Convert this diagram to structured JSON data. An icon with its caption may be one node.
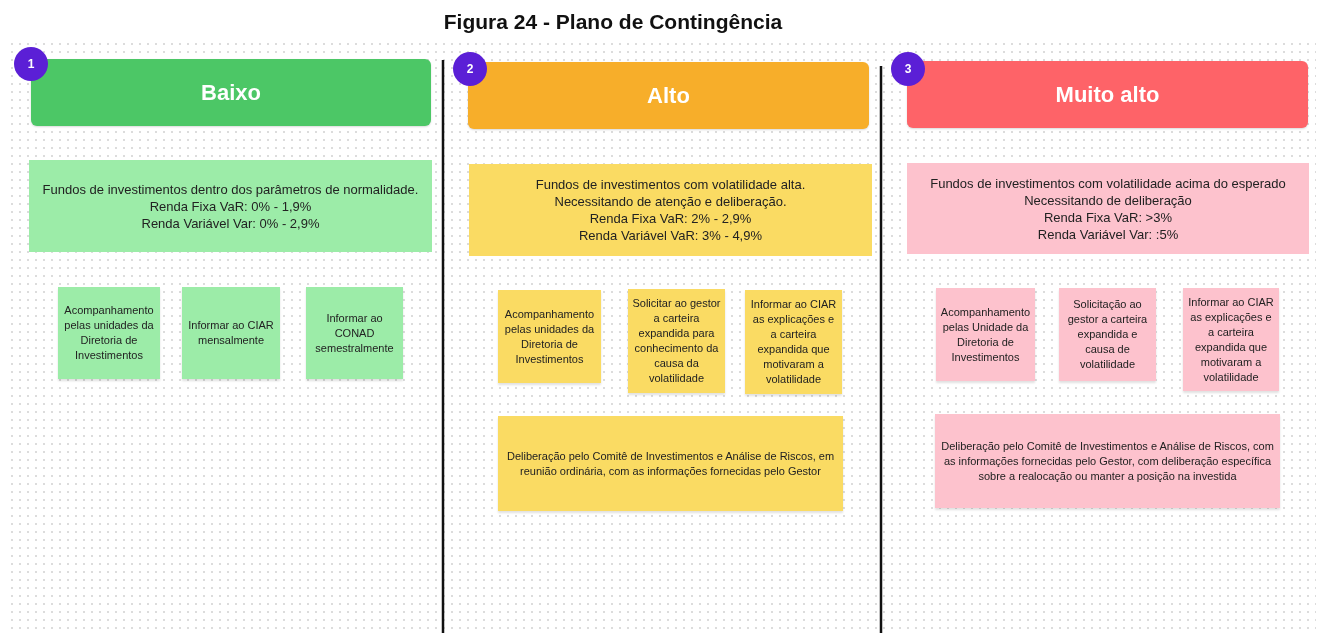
{
  "diagram": {
    "title": "Figura 24 - Plano de Contingência",
    "nodes": [
      {
        "text": [
          "1"
        ]
      },
      {
        "text": [
          "Baixo"
        ]
      },
      {
        "text": [
          "Fundos de investimentos dentro dos parâmetros de normalidade.",
          "Renda Fixa VaR: 0% - 1,9%",
          "Renda Variável Var: 0% - 2,9%"
        ]
      },
      {
        "text": [
          "Acompanhamento pelas unidades da Diretoria de Investimentos"
        ]
      },
      {
        "text": [
          "Informar ao CIAR mensalmente"
        ]
      },
      {
        "text": [
          "Informar ao CONAD semestralmente"
        ]
      },
      {
        "text": [
          "2"
        ]
      },
      {
        "text": [
          "Alto"
        ]
      },
      {
        "text": [
          "Fundos de investimentos com volatilidade alta.",
          "Necessitando de atenção e deliberação.",
          "Renda Fixa VaR: 2% - 2,9%",
          "Renda Variável VaR: 3% - 4,9%"
        ]
      },
      {
        "text": [
          "Acompanhamento pelas unidades da Diretoria de Investimentos"
        ]
      },
      {
        "text": [
          "Solicitar ao gestor a carteira expandida para conhecimento da causa da volatilidade"
        ]
      },
      {
        "text": [
          "Informar ao CIAR as explicações e a carteira expandida que motivaram a volatilidade"
        ]
      },
      {
        "text": [
          "Deliberação pelo Comitê de Investimentos e Análise de Riscos, em reunião ordinária, com as informações fornecidas pelo Gestor"
        ]
      },
      {
        "text": [
          "3"
        ]
      },
      {
        "text": [
          "Muito alto"
        ]
      },
      {
        "text": [
          "Fundos de investimentos com volatilidade acima do esperado",
          "Necessitando de deliberação",
          "Renda Fixa VaR: >3%",
          "Renda Variável Var: :5%"
        ]
      },
      {
        "text": [
          "Acompanhamento pelas Unidade da Diretoria de Investimentos"
        ]
      },
      {
        "text": [
          "Solicitação ao gestor a carteira expandida e causa de volatilidade"
        ]
      },
      {
        "text": [
          "Informar ao CIAR as explicações e a carteira expandida que motivaram a volatilidade"
        ]
      },
      {
        "text": [
          "Deliberação pelo Comitê de Investimentos e Análise de Riscos, com as informações fornecidas pelo Gestor, com deliberação específica sobre a realocação ou manter a posição na investida"
        ]
      }
    ],
    "edges": []
  }
}
